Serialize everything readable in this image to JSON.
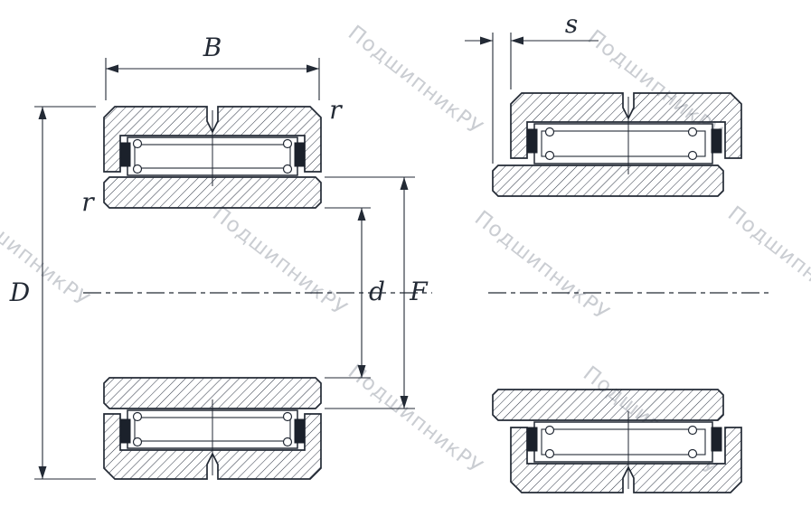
{
  "diagram": {
    "dimension_labels": {
      "outer_width": "B",
      "offset": "s",
      "outer_diameter": "D",
      "bore_diameter": "d",
      "inner_race_diameter": "F",
      "chamfer_outer": "r",
      "chamfer_inner": "r"
    },
    "watermark_text": "ПодшипникРУ",
    "colors": {
      "line": "#232a35",
      "watermark": "#a7acb5",
      "background": "#ffffff"
    }
  }
}
